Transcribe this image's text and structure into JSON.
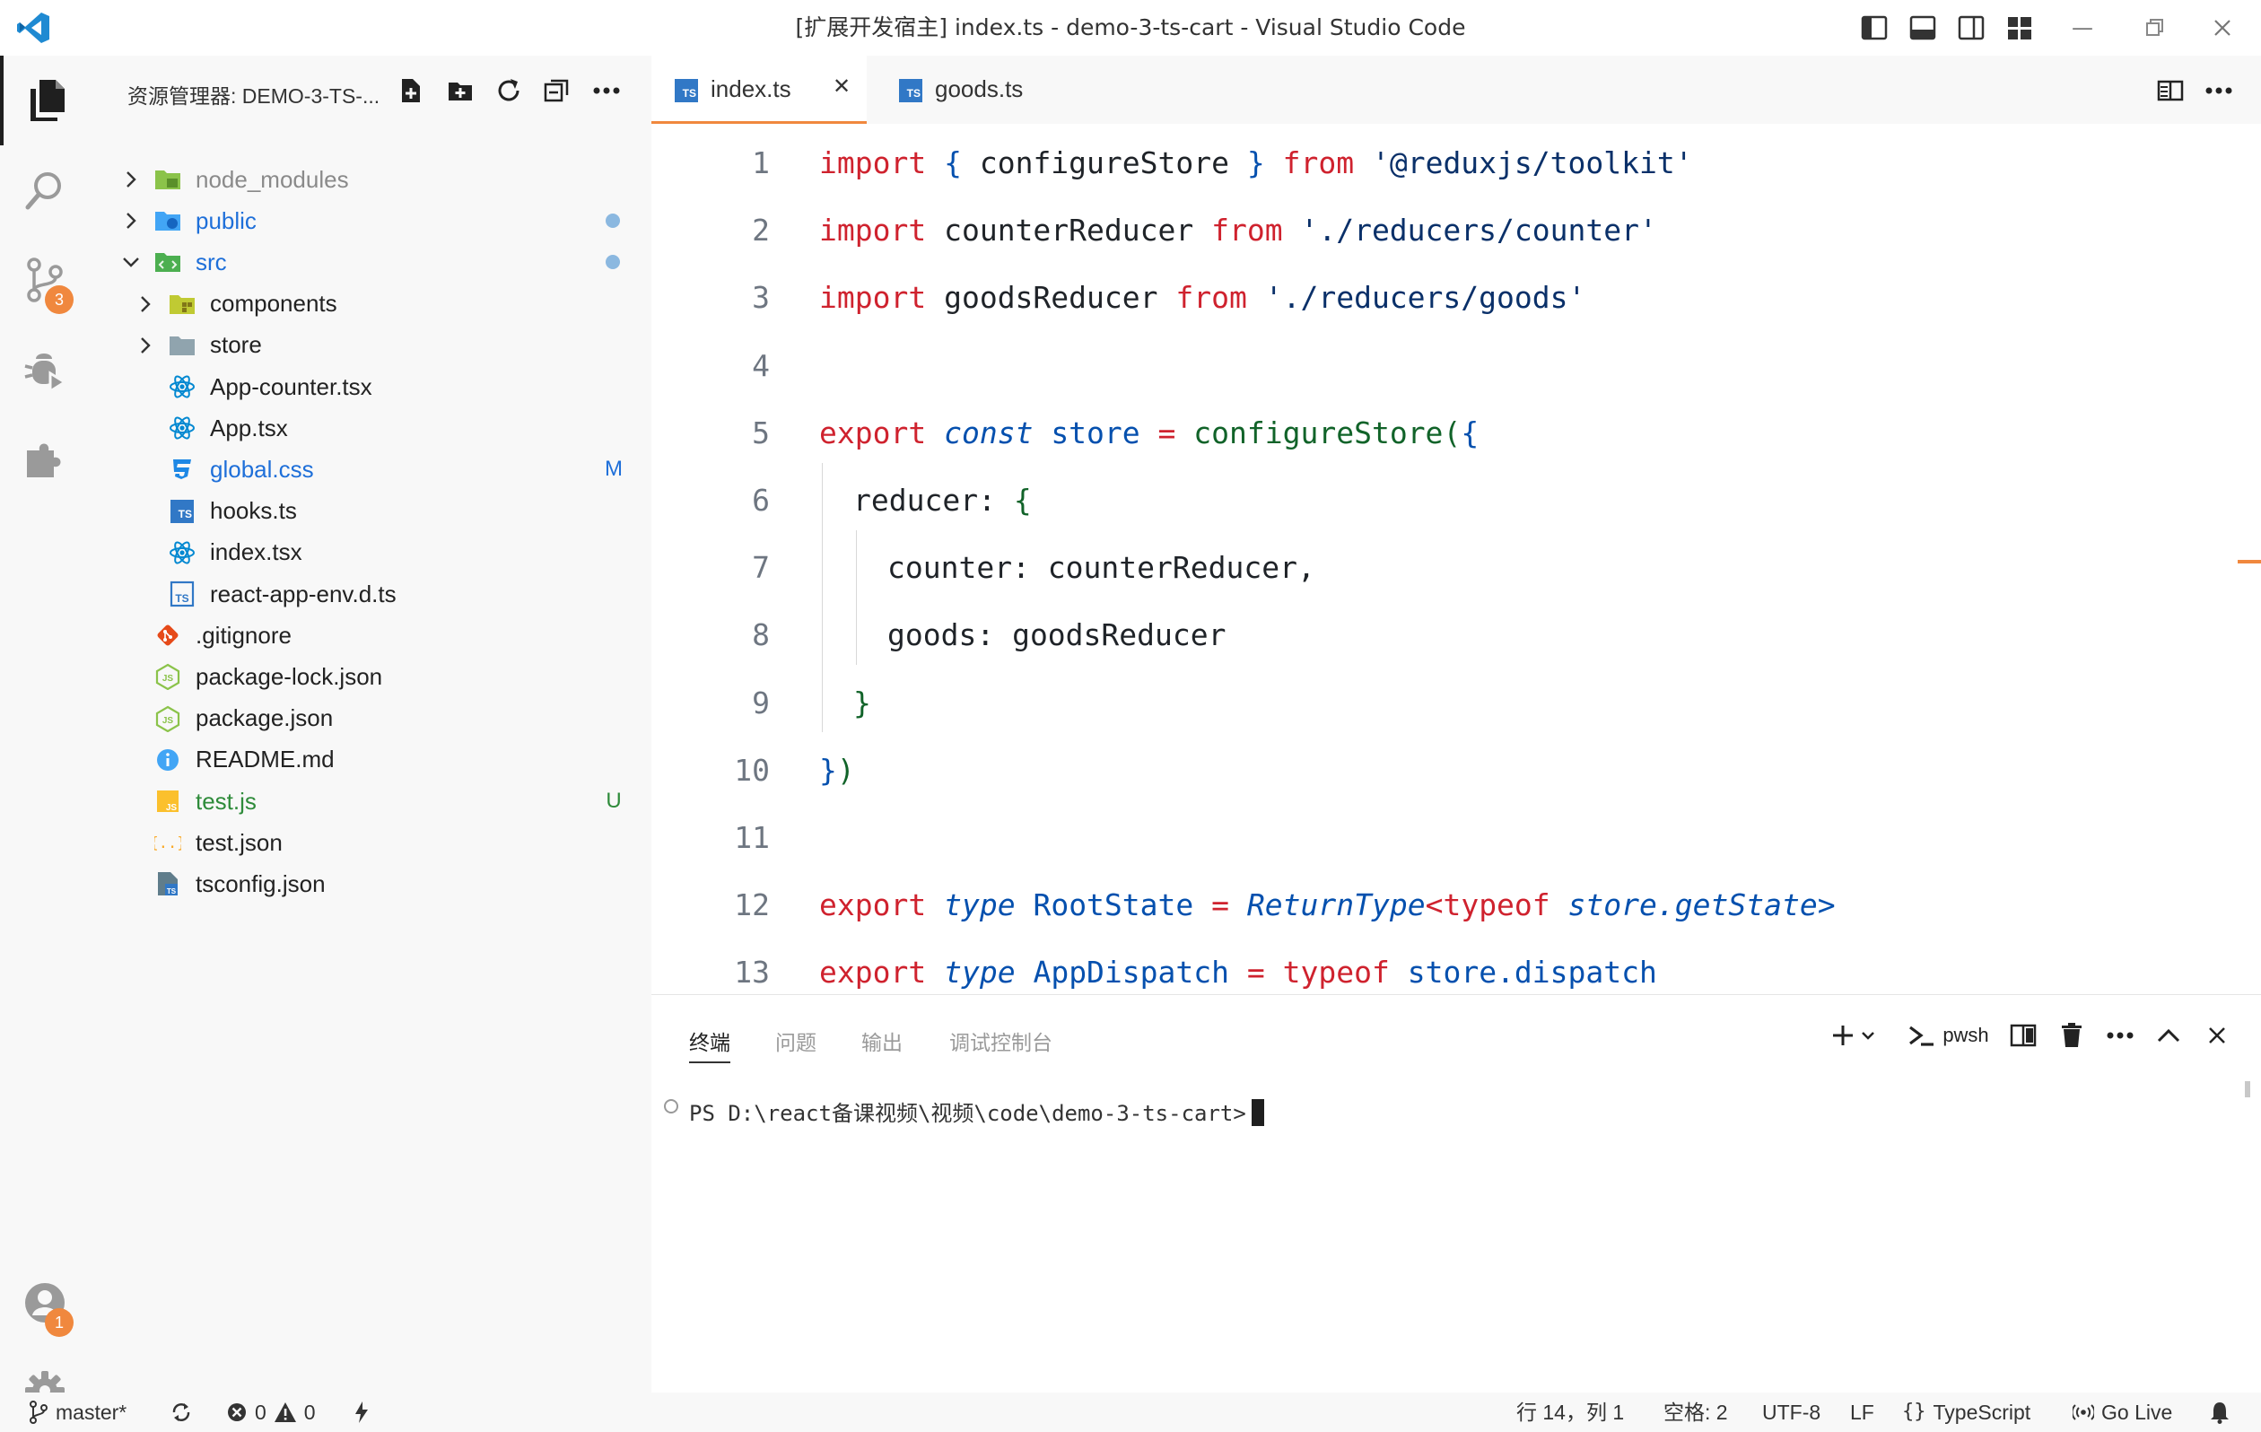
{
  "titlebar": {
    "title": "[扩展开发宿主] index.ts - demo-3-ts-cart - Visual Studio Code"
  },
  "activitybar": {
    "items": [
      {
        "name": "explorer",
        "icon": "files-icon",
        "active": true
      },
      {
        "name": "search",
        "icon": "search-icon"
      },
      {
        "name": "source-control",
        "icon": "source-control-icon",
        "badge": "3"
      },
      {
        "name": "run-debug",
        "icon": "debug-icon"
      },
      {
        "name": "extensions",
        "icon": "extensions-icon"
      }
    ],
    "bottom": [
      {
        "name": "accounts",
        "icon": "account-icon",
        "badge": "1"
      },
      {
        "name": "manage",
        "icon": "gear-icon"
      }
    ]
  },
  "sidebar": {
    "title": "资源管理器: DEMO-3-TS-...",
    "tree": [
      {
        "label": "node_modules",
        "type": "folder",
        "indent": 0,
        "expanded": false,
        "color": "#8a8a8a",
        "icon": "node-folder-icon"
      },
      {
        "label": "public",
        "type": "folder",
        "indent": 0,
        "expanded": false,
        "color": "#1e6fd9",
        "icon": "public-folder-icon",
        "dot": true
      },
      {
        "label": "src",
        "type": "folder",
        "indent": 0,
        "expanded": true,
        "color": "#1e6fd9",
        "icon": "src-folder-icon",
        "dot": true
      },
      {
        "label": "components",
        "type": "folder",
        "indent": 1,
        "expanded": false,
        "color": "#222222",
        "icon": "components-folder-icon"
      },
      {
        "label": "store",
        "type": "folder",
        "indent": 1,
        "expanded": false,
        "color": "#222222",
        "icon": "folder-icon"
      },
      {
        "label": "App-counter.tsx",
        "type": "file",
        "indent": 1,
        "color": "#222222",
        "icon": "react-icon"
      },
      {
        "label": "App.tsx",
        "type": "file",
        "indent": 1,
        "color": "#222222",
        "icon": "react-icon"
      },
      {
        "label": "global.css",
        "type": "file",
        "indent": 1,
        "color": "#1e6fd9",
        "icon": "css-icon",
        "decoration": "M"
      },
      {
        "label": "hooks.ts",
        "type": "file",
        "indent": 1,
        "color": "#222222",
        "icon": "ts-icon"
      },
      {
        "label": "index.tsx",
        "type": "file",
        "indent": 1,
        "color": "#222222",
        "icon": "react-icon"
      },
      {
        "label": "react-app-env.d.ts",
        "type": "file",
        "indent": 1,
        "color": "#222222",
        "icon": "ts-def-icon"
      },
      {
        "label": ".gitignore",
        "type": "file",
        "indent": 0,
        "color": "#222222",
        "icon": "git-icon"
      },
      {
        "label": "package-lock.json",
        "type": "file",
        "indent": 0,
        "color": "#222222",
        "icon": "nodejs-icon"
      },
      {
        "label": "package.json",
        "type": "file",
        "indent": 0,
        "color": "#222222",
        "icon": "nodejs-icon"
      },
      {
        "label": "README.md",
        "type": "file",
        "indent": 0,
        "color": "#222222",
        "icon": "info-icon"
      },
      {
        "label": "test.js",
        "type": "file",
        "indent": 0,
        "color": "#2e8b3a",
        "icon": "js-icon",
        "decoration": "U"
      },
      {
        "label": "test.json",
        "type": "file",
        "indent": 0,
        "color": "#222222",
        "icon": "json-icon"
      },
      {
        "label": "tsconfig.json",
        "type": "file",
        "indent": 0,
        "color": "#222222",
        "icon": "tsconfig-icon"
      }
    ]
  },
  "tabs": [
    {
      "label": "index.ts",
      "active": true,
      "close": "✕"
    },
    {
      "label": "goods.ts",
      "active": false
    }
  ],
  "editor": {
    "lines": [
      {
        "n": "1",
        "indent": 0,
        "tokens": [
          [
            "kw",
            "import"
          ],
          [
            "plain",
            " "
          ],
          [
            "brace",
            "{"
          ],
          [
            "plain",
            " configureStore "
          ],
          [
            "brace",
            "}"
          ],
          [
            "plain",
            " "
          ],
          [
            "kw",
            "from"
          ],
          [
            "plain",
            " "
          ],
          [
            "str",
            "'@reduxjs/toolkit'"
          ]
        ]
      },
      {
        "n": "2",
        "indent": 0,
        "tokens": [
          [
            "kw",
            "import"
          ],
          [
            "plain",
            " counterReducer "
          ],
          [
            "kw",
            "from"
          ],
          [
            "plain",
            " "
          ],
          [
            "str",
            "'./reducers/counter'"
          ]
        ]
      },
      {
        "n": "3",
        "indent": 0,
        "tokens": [
          [
            "kw",
            "import"
          ],
          [
            "plain",
            " goodsReducer "
          ],
          [
            "kw",
            "from"
          ],
          [
            "plain",
            " "
          ],
          [
            "str",
            "'./reducers/goods'"
          ]
        ]
      },
      {
        "n": "4",
        "indent": 0,
        "tokens": []
      },
      {
        "n": "5",
        "indent": 0,
        "tokens": [
          [
            "kw",
            "export"
          ],
          [
            "plain",
            " "
          ],
          [
            "var-it",
            "const"
          ],
          [
            "plain",
            " "
          ],
          [
            "var",
            "store"
          ],
          [
            "plain",
            " "
          ],
          [
            "kw",
            "="
          ],
          [
            "plain",
            " "
          ],
          [
            "fn",
            "configureStore"
          ],
          [
            "paren",
            "("
          ],
          [
            "brace",
            "{"
          ]
        ]
      },
      {
        "n": "6",
        "indent": 1,
        "tokens": [
          [
            "plain",
            "reducer: "
          ],
          [
            "paren",
            "{"
          ]
        ]
      },
      {
        "n": "7",
        "indent": 2,
        "tokens": [
          [
            "plain",
            "counter: counterReducer,"
          ]
        ]
      },
      {
        "n": "8",
        "indent": 2,
        "tokens": [
          [
            "plain",
            "goods: goodsReducer"
          ]
        ]
      },
      {
        "n": "9",
        "indent": 1,
        "tokens": [
          [
            "paren",
            "}"
          ]
        ]
      },
      {
        "n": "10",
        "indent": 0,
        "tokens": [
          [
            "brace",
            "}"
          ],
          [
            "paren",
            ")"
          ]
        ]
      },
      {
        "n": "11",
        "indent": 0,
        "tokens": []
      },
      {
        "n": "12",
        "indent": 0,
        "tokens": [
          [
            "kw",
            "export"
          ],
          [
            "plain",
            " "
          ],
          [
            "var-it",
            "type"
          ],
          [
            "plain",
            " "
          ],
          [
            "type",
            "RootState"
          ],
          [
            "plain",
            " "
          ],
          [
            "kw",
            "="
          ],
          [
            "plain",
            " "
          ],
          [
            "type-it",
            "ReturnType"
          ],
          [
            "kw",
            "<"
          ],
          [
            "kw",
            "typeof"
          ],
          [
            "plain",
            " "
          ],
          [
            "type-it",
            "store.getState"
          ],
          [
            "type-it",
            ">"
          ]
        ]
      },
      {
        "n": "13",
        "indent": 0,
        "tokens": [
          [
            "kw",
            "export"
          ],
          [
            "plain",
            " "
          ],
          [
            "var-it",
            "type"
          ],
          [
            "plain",
            " "
          ],
          [
            "type",
            "AppDispatch"
          ],
          [
            "plain",
            " "
          ],
          [
            "kw",
            "="
          ],
          [
            "plain",
            " "
          ],
          [
            "kw",
            "typeof"
          ],
          [
            "plain",
            " "
          ],
          [
            "type",
            "store.dispatch"
          ]
        ]
      }
    ]
  },
  "panel": {
    "tabs": [
      {
        "label": "终端",
        "active": true
      },
      {
        "label": "问题",
        "active": false
      },
      {
        "label": "输出",
        "active": false
      },
      {
        "label": "调试控制台",
        "active": false
      }
    ],
    "shell_label": "pwsh",
    "prompt": "PS D:\\react备课视频\\视频\\code\\demo-3-ts-cart>"
  },
  "statusbar": {
    "branch": "master*",
    "errors": "0",
    "warnings": "0",
    "position": "行 14，列 1",
    "spaces": "空格: 2",
    "encoding": "UTF-8",
    "eol": "LF",
    "language": "TypeScript",
    "live": "Go Live"
  },
  "colors": {
    "accent": "#f0883e",
    "keyword": "#cf222e",
    "variable": "#0550ae",
    "function": "#116329",
    "string": "#0a3069"
  }
}
